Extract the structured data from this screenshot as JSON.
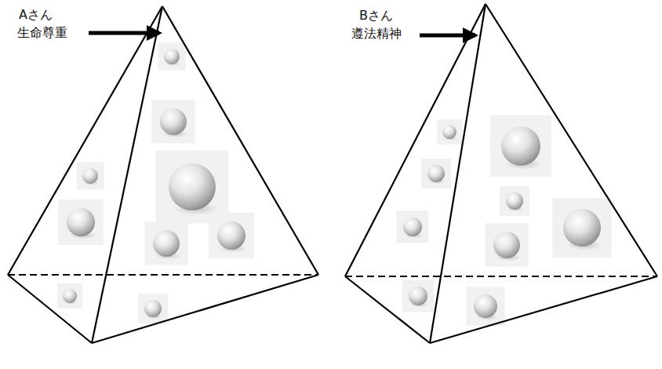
{
  "diagram": {
    "labels": [
      "Aさん",
      "生命尊重",
      "Bさん",
      "遵法精神"
    ]
  }
}
